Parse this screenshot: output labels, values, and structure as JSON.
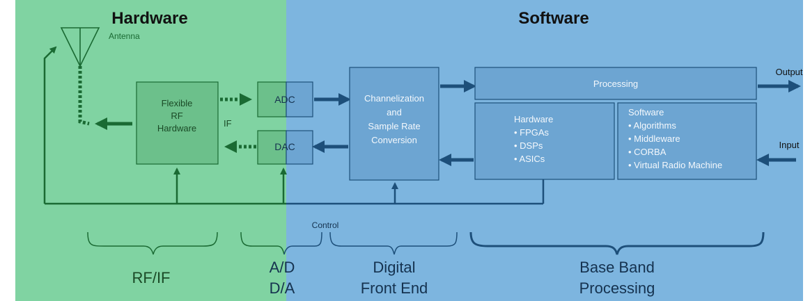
{
  "sections": {
    "hardware_title": "Hardware",
    "software_title": "Software"
  },
  "labels": {
    "antenna": "Antenna",
    "if": "IF",
    "control": "Control",
    "output": "Output",
    "input": "Input"
  },
  "blocks": {
    "rf": [
      "Flexible",
      "RF",
      "Hardware"
    ],
    "adc": "ADC",
    "dac": "DAC",
    "channelization": [
      "Channelization",
      "and",
      "Sample Rate",
      "Conversion"
    ],
    "processing": "Processing",
    "hardware_list": [
      "Hardware",
      "• FPGAs",
      "• DSPs",
      "• ASICs"
    ],
    "software_list": [
      "Software",
      "• Algorithms",
      "• Middleware",
      "• CORBA",
      "• Virtual Radio Machine"
    ]
  },
  "stages": {
    "rf_if": "RF/IF",
    "ad_da": [
      "A/D",
      "D/A"
    ],
    "digital_front_end": [
      "Digital",
      "Front End"
    ],
    "baseband": [
      "Base Band",
      "Processing"
    ]
  },
  "colors": {
    "hardware_bg": "#80d3a2",
    "software_bg": "#7db5df",
    "green_dark": "#1a6a33",
    "blue_dark": "#1d4f7a"
  }
}
